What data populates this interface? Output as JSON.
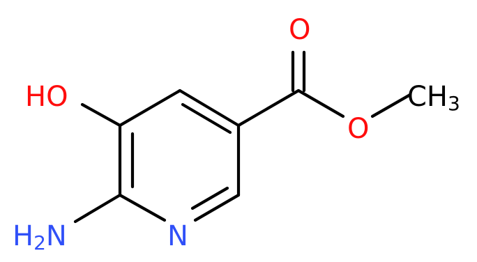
{
  "labels": {
    "hydroxyl": "HO",
    "amine_main": "H",
    "amine_sub": "2",
    "amine_n": "N",
    "ring_n": "N",
    "carbonyl_o": "O",
    "ester_o": "O",
    "methyl_main": "CH",
    "methyl_sub": "3"
  },
  "colors": {
    "bond": "#000000",
    "oxygen": "#ff0d0d",
    "nitrogen": "#3050f8",
    "carbon": "#000000"
  }
}
